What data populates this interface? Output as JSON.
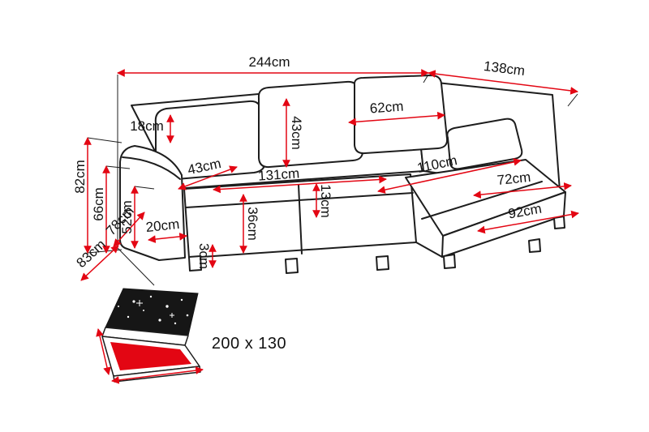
{
  "diagram": {
    "type": "furniture-dimension-diagram",
    "product": "corner-sofa",
    "colors": {
      "dimension_lines": "#e30613",
      "outline": "#1d1d1d",
      "background": "#ffffff",
      "mattress_red": "#e30613",
      "night_black": "#161616"
    },
    "dimensions": {
      "total_width": "244cm",
      "total_depth": "138cm",
      "total_height": "82cm",
      "back_height": "66cm",
      "armrest_height": "52cm",
      "back_cushion_top": "18cm",
      "seat_depth": "78cm",
      "body_depth": "83cm",
      "armrest_width": "20cm",
      "leg_height": "3cm",
      "seat_cushion_depth": "43cm",
      "back_cushion_height": "43cm",
      "seat_width": "131cm",
      "seat_front_height": "36cm",
      "seat_cushion_thickness": "13cm",
      "corner_back_cushion_width": "62cm",
      "chaise_length": "110cm",
      "chaise_width": "72cm",
      "chaise_front_width": "92cm"
    },
    "sleeping_area": {
      "label": "200 x 130"
    }
  }
}
